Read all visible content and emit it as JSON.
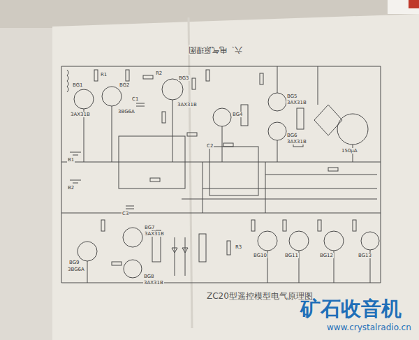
{
  "diagram": {
    "title": "六、电气原理图",
    "caption": "ZC20型遥控模型电气原理图",
    "labels": [
      "BG1",
      "3AX31B",
      "BG2",
      "3BG6A",
      "BG3",
      "3AX31B",
      "BG4",
      "BG5",
      "3AX31B",
      "BG6",
      "3AX31B",
      "150μA",
      "C1",
      "R1",
      "R2",
      "C2",
      "B1",
      "B2",
      "BG9",
      "3BG6A",
      "BG7",
      "3AX31B",
      "BG8",
      "3AX31B",
      "BG10",
      "BG11",
      "BG12",
      "BG13",
      "R3",
      "C3",
      "矿石收音机",
      "www.crystalradio.cn"
    ]
  }
}
